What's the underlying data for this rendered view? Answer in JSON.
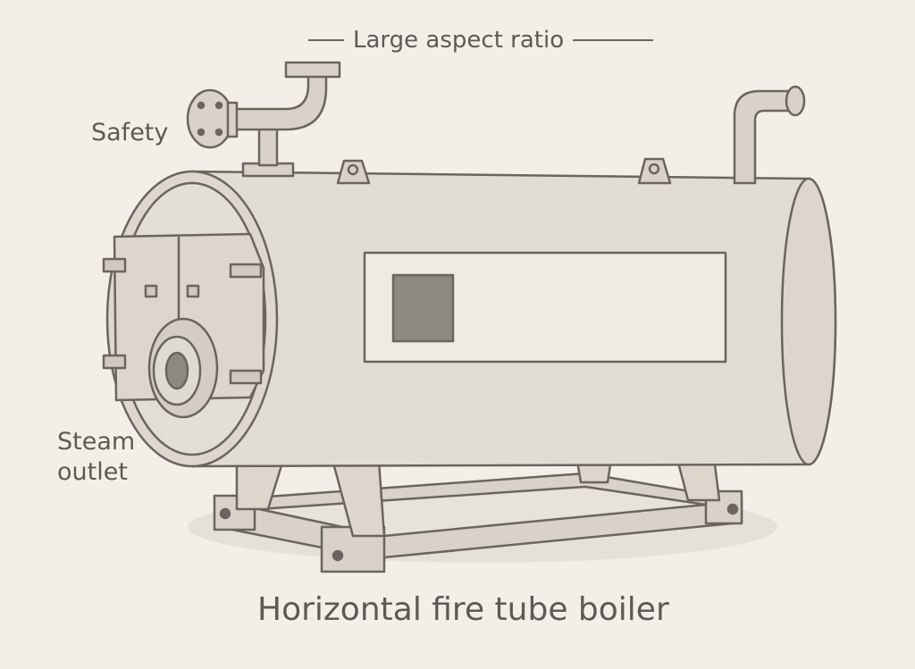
{
  "labels": {
    "aspect_ratio": "Large aspect ratio",
    "safety": "Safety",
    "steam_line1": "Steam",
    "steam_line2": "outlet",
    "title": "Horizontal fire tube boiler"
  },
  "colors": {
    "background": "#f3efe8",
    "ink": "#5e5954",
    "shell": "#e2ddd4",
    "plate": "#efebe4",
    "window": "#8d8880"
  }
}
